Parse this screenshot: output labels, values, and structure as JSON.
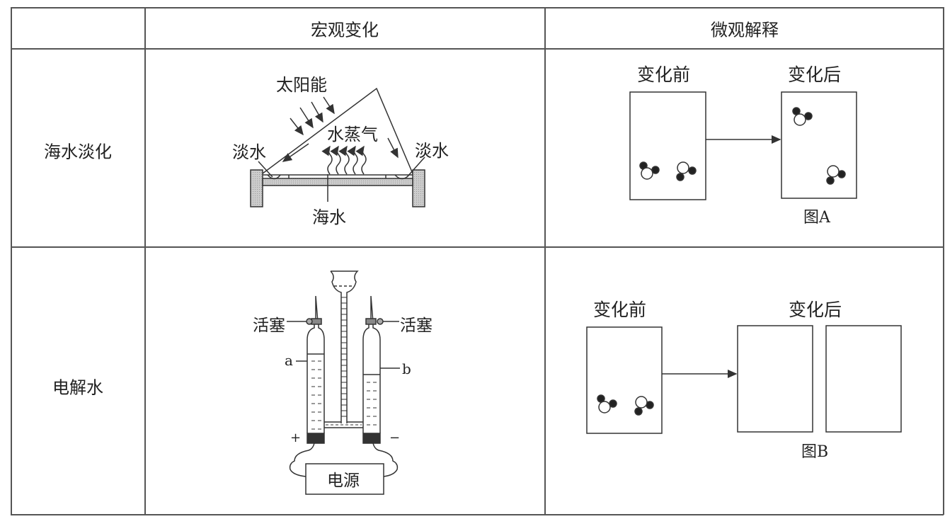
{
  "table": {
    "headers": [
      "",
      "宏观变化",
      "微观解释"
    ],
    "rows": [
      {
        "label": "海水淡化",
        "macro": {
          "solar_energy": "太阳能",
          "vapor": "水蒸气",
          "fresh_water_left": "淡水",
          "fresh_water_right": "淡水",
          "sea_water": "海水"
        },
        "micro": {
          "before": "变化前",
          "after": "变化后",
          "caption": "图A"
        }
      },
      {
        "label": "电解水",
        "macro": {
          "stopcock_left": "活塞",
          "stopcock_right": "活塞",
          "tube_a": "a",
          "tube_b": "b",
          "positive": "+",
          "negative": "−",
          "power": "电源"
        },
        "micro": {
          "before": "变化前",
          "after": "变化后",
          "caption": "图B"
        }
      }
    ]
  }
}
